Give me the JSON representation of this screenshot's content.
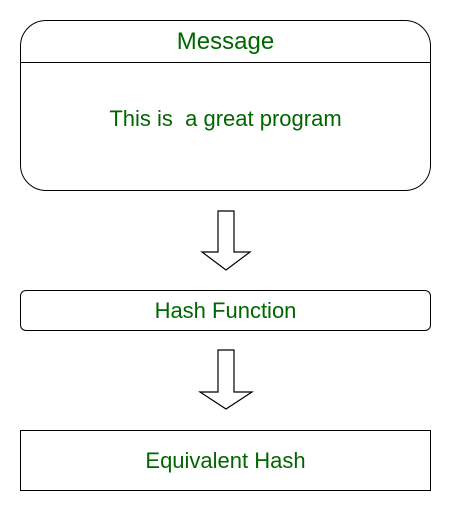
{
  "message": {
    "title": "Message",
    "text": "This is  a great program"
  },
  "hash_function": {
    "label": "Hash Function"
  },
  "equivalent_hash": {
    "label": "Equivalent Hash"
  },
  "colors": {
    "text": "#006600",
    "stroke": "#000000",
    "background": "#ffffff"
  },
  "icons": {
    "arrow_1": "hollow-down-arrow-icon",
    "arrow_2": "hollow-down-arrow-icon"
  }
}
